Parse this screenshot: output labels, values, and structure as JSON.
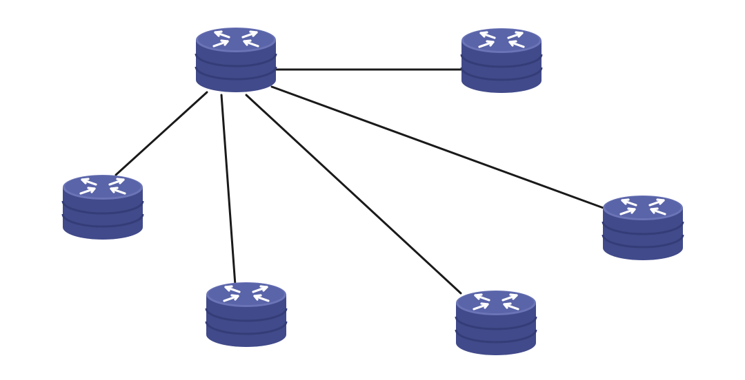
{
  "colors": {
    "background": "#ffffff",
    "link": "#1a1a1a",
    "device_top": "#5a64a8",
    "device_side": "#414a8a",
    "device_band": "#353d78",
    "device_ring": "#6a74b6",
    "arrow": "#ffffff"
  },
  "devices": [
    {
      "id": "router-hub",
      "icon": "router-icon"
    },
    {
      "id": "router-top-right",
      "icon": "router-icon"
    },
    {
      "id": "router-left",
      "icon": "router-icon"
    },
    {
      "id": "router-bottom-left",
      "icon": "router-icon"
    },
    {
      "id": "router-bottom-right",
      "icon": "router-icon"
    },
    {
      "id": "router-right",
      "icon": "router-icon"
    }
  ],
  "links": [
    {
      "from": "router-hub",
      "to": "router-top-right"
    },
    {
      "from": "router-hub",
      "to": "router-left"
    },
    {
      "from": "router-hub",
      "to": "router-bottom-left"
    },
    {
      "from": "router-hub",
      "to": "router-bottom-right"
    },
    {
      "from": "router-hub",
      "to": "router-right"
    }
  ]
}
